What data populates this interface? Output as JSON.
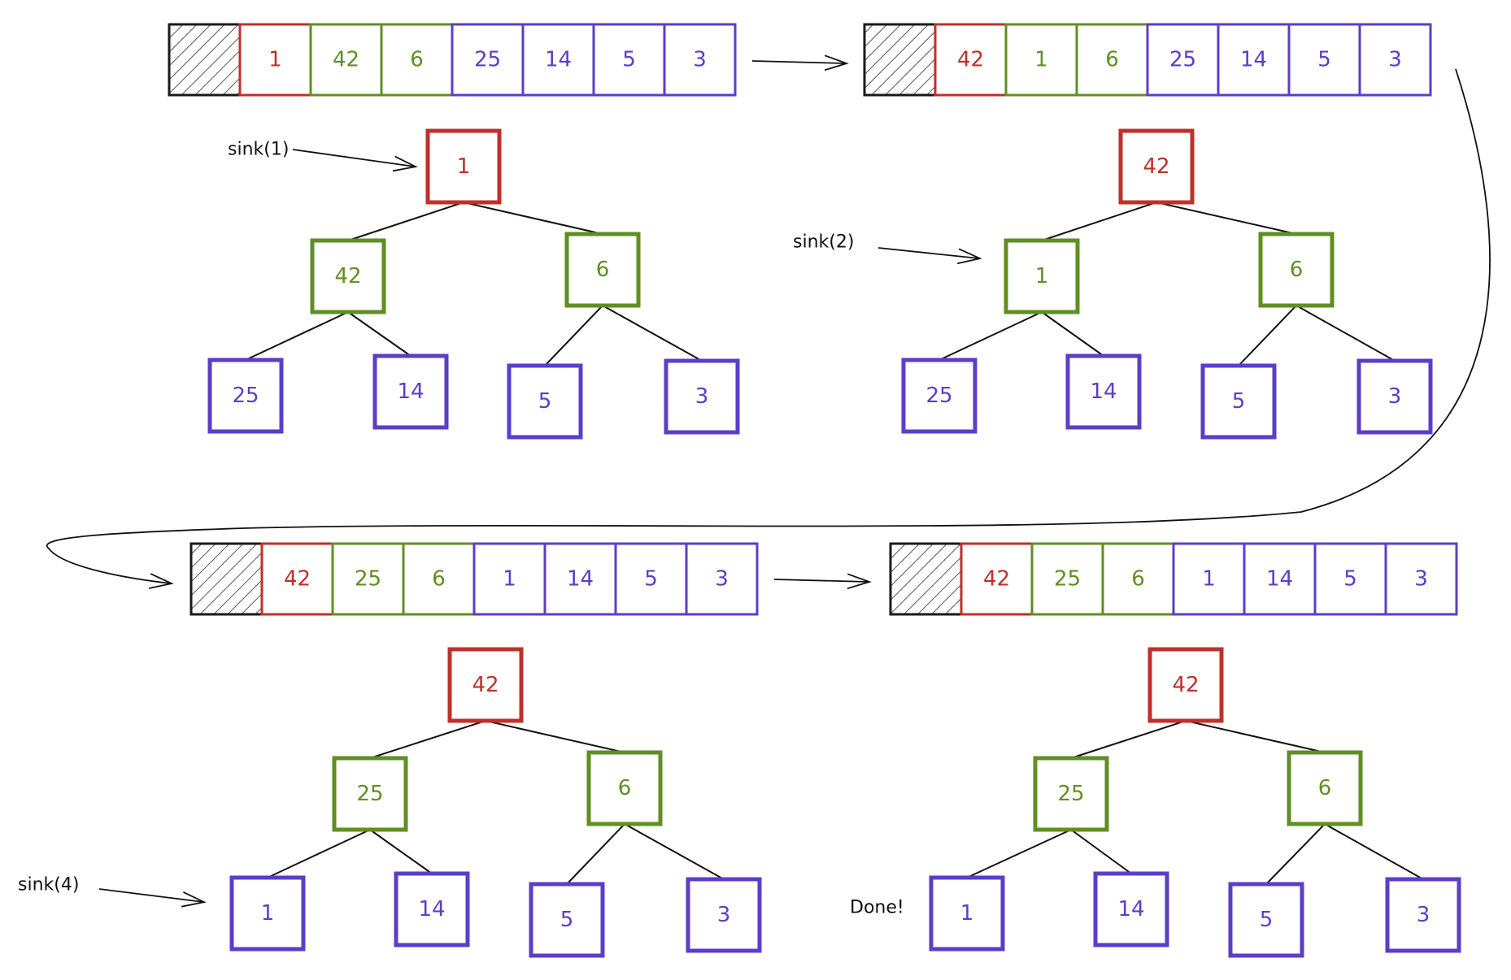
{
  "colors": {
    "root": "#c0302a",
    "level1": "#5f8f22",
    "leaf": "#5b3ec8",
    "unused": "#1a1a1a",
    "ink": "#111111"
  },
  "panels": [
    {
      "array": [
        {
          "value": "1",
          "level": "root"
        },
        {
          "value": "42",
          "level": "level1"
        },
        {
          "value": "6",
          "level": "level1"
        },
        {
          "value": "25",
          "level": "leaf"
        },
        {
          "value": "14",
          "level": "leaf"
        },
        {
          "value": "5",
          "level": "leaf"
        },
        {
          "value": "3",
          "level": "leaf"
        }
      ],
      "tree": [
        "1",
        "42",
        "6",
        "25",
        "14",
        "5",
        "3"
      ],
      "annotation": "sink(1)"
    },
    {
      "array": [
        {
          "value": "42",
          "level": "root"
        },
        {
          "value": "1",
          "level": "level1"
        },
        {
          "value": "6",
          "level": "level1"
        },
        {
          "value": "25",
          "level": "leaf"
        },
        {
          "value": "14",
          "level": "leaf"
        },
        {
          "value": "5",
          "level": "leaf"
        },
        {
          "value": "3",
          "level": "leaf"
        }
      ],
      "tree": [
        "42",
        "1",
        "6",
        "25",
        "14",
        "5",
        "3"
      ],
      "annotation": "sink(2)"
    },
    {
      "array": [
        {
          "value": "42",
          "level": "root"
        },
        {
          "value": "25",
          "level": "level1"
        },
        {
          "value": "6",
          "level": "level1"
        },
        {
          "value": "1",
          "level": "leaf"
        },
        {
          "value": "14",
          "level": "leaf"
        },
        {
          "value": "5",
          "level": "leaf"
        },
        {
          "value": "3",
          "level": "leaf"
        }
      ],
      "tree": [
        "42",
        "25",
        "6",
        "1",
        "14",
        "5",
        "3"
      ],
      "annotation": "sink(4)"
    },
    {
      "array": [
        {
          "value": "42",
          "level": "root"
        },
        {
          "value": "25",
          "level": "level1"
        },
        {
          "value": "6",
          "level": "level1"
        },
        {
          "value": "1",
          "level": "leaf"
        },
        {
          "value": "14",
          "level": "leaf"
        },
        {
          "value": "5",
          "level": "leaf"
        },
        {
          "value": "3",
          "level": "leaf"
        }
      ],
      "tree": [
        "42",
        "25",
        "6",
        "1",
        "14",
        "5",
        "3"
      ],
      "annotation": "Done!"
    }
  ]
}
